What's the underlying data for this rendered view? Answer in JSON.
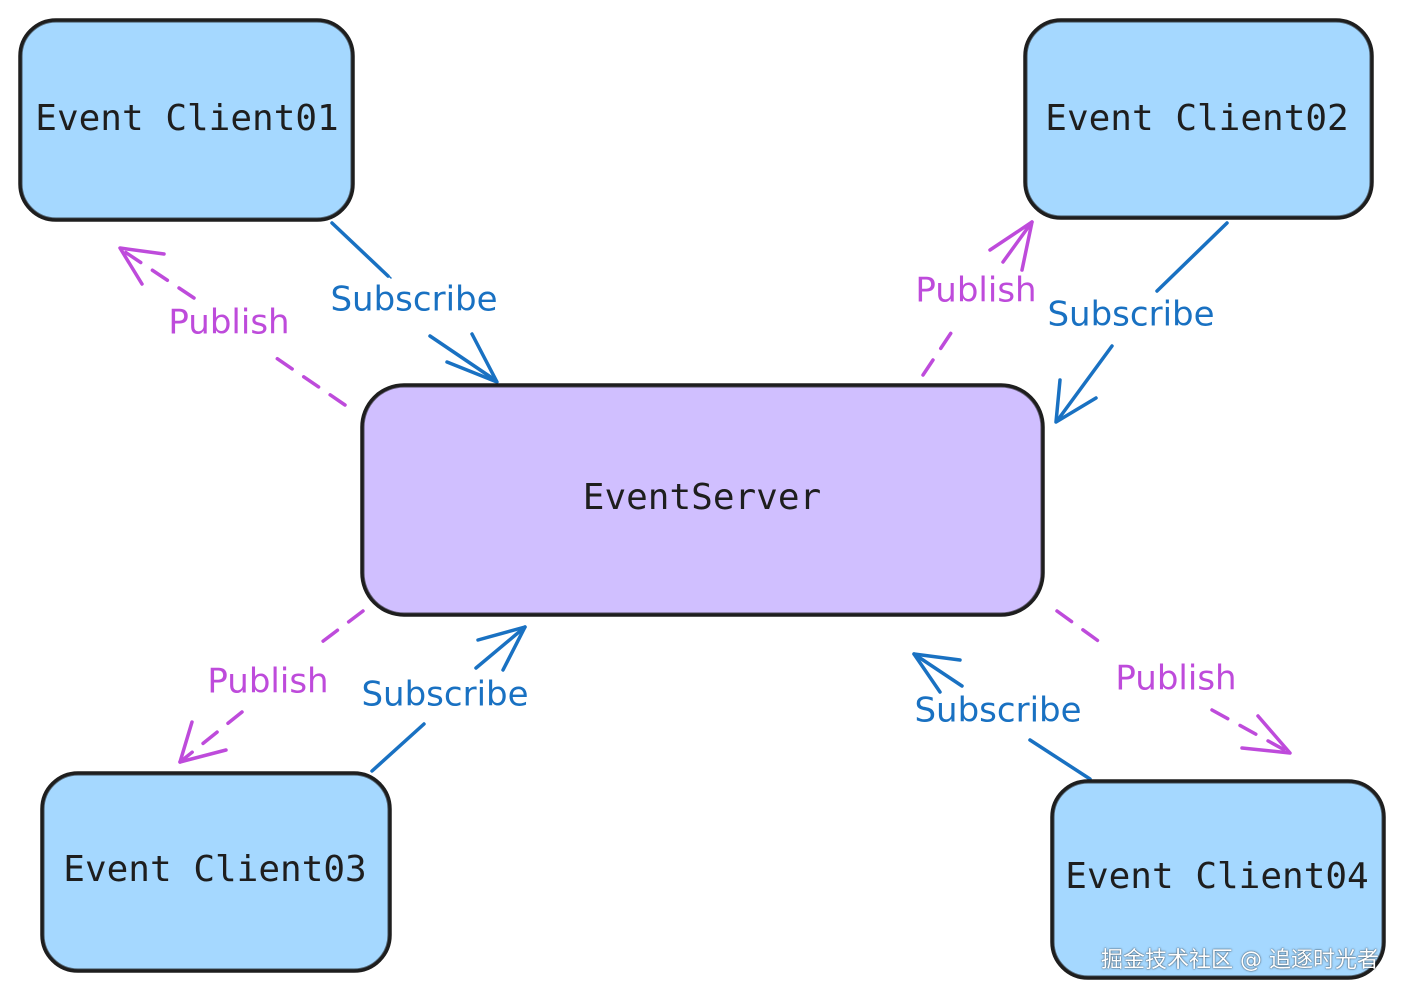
{
  "colors": {
    "client_fill": "#a5d8ff",
    "server_fill": "#d0bfff",
    "border": "#1e1e1e",
    "subscribe": "#1971c2",
    "publish": "#be4bdb"
  },
  "nodes": {
    "server": {
      "label": "EventServer"
    },
    "client01": {
      "label": "Event Client01"
    },
    "client02": {
      "label": "Event Client02"
    },
    "client03": {
      "label": "Event Client03"
    },
    "client04": {
      "label": "Event Client04"
    }
  },
  "edges": {
    "subscribe_label": "Subscribe",
    "publish_label": "Publish"
  },
  "watermark": "掘金技术社区 @ 追逐时光者"
}
